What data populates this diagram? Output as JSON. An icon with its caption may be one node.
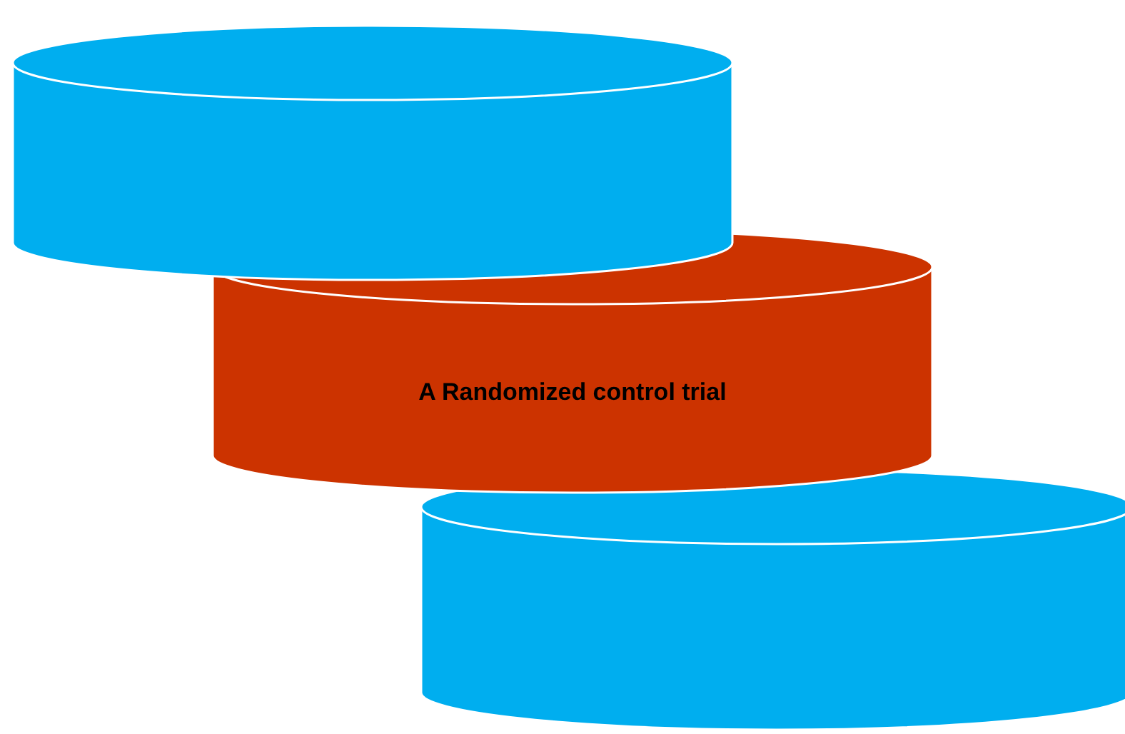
{
  "diagram": {
    "nodes": [
      {
        "text": [],
        "shape": "cylinder"
      },
      {
        "text": [
          "A Randomized control trial"
        ]
      },
      {
        "text": [],
        "shape": "cylinder"
      }
    ]
  }
}
